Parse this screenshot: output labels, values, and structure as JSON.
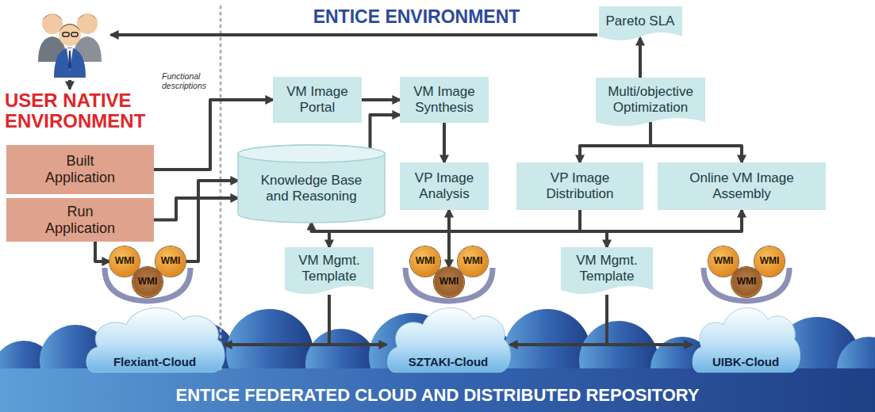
{
  "diagram": {
    "title": "ENTICE ENVIRONMENT",
    "nodes": [
      {
        "text": [
          "Pareto SLA"
        ]
      },
      {
        "text": [
          "VM Image Portal"
        ]
      },
      {
        "text": [
          "VM Image Synthesis"
        ]
      },
      {
        "text": [
          "Multi/objective Optimization"
        ]
      },
      {
        "text": [
          "Built Application"
        ]
      },
      {
        "text": [
          "Run Application"
        ]
      },
      {
        "text": [
          "Knowledge Base and Reasoning"
        ]
      },
      {
        "text": [
          "VP Image Analysis"
        ]
      },
      {
        "text": [
          "VP Image Distribution"
        ]
      },
      {
        "text": [
          "Online VM Image Assembly"
        ]
      },
      {
        "text": [
          "VM Mgmt. Template"
        ]
      },
      {
        "text": [
          "VM Mgmt. Template"
        ]
      },
      {
        "text": [
          "WMI"
        ]
      },
      {
        "text": [
          "WMI"
        ]
      },
      {
        "text": [
          "WMI"
        ]
      },
      {
        "text": [
          "WMI"
        ]
      },
      {
        "text": [
          "WMI"
        ]
      },
      {
        "text": [
          "WMI"
        ]
      },
      {
        "text": [
          "WMI"
        ]
      },
      {
        "text": [
          "WMI"
        ]
      },
      {
        "text": [
          "WMI"
        ]
      },
      {
        "text": [
          "Flexiant-Cloud"
        ]
      },
      {
        "text": [
          "SZTAKI-Cloud"
        ]
      },
      {
        "text": [
          "UIBK-Cloud"
        ]
      }
    ],
    "edges": [
      {
        "from": 4,
        "to": 1,
        "arrow": "to"
      },
      {
        "from": 5,
        "to": 6,
        "arrow": "to"
      },
      {
        "from": 5,
        "to": 12,
        "arrow": "to"
      },
      {
        "from": 13,
        "to": 6,
        "arrow": "to"
      },
      {
        "from": 1,
        "to": 2,
        "arrow": "to"
      },
      {
        "from": 6,
        "to": 2,
        "arrow": "to"
      },
      {
        "from": 2,
        "to": 7,
        "arrow": "to"
      },
      {
        "from": 3,
        "to": 0,
        "arrow": "to"
      },
      {
        "from": 3,
        "to": 8,
        "arrow": "to"
      },
      {
        "from": 3,
        "to": 9,
        "arrow": "to"
      },
      {
        "from": 8,
        "to": 6,
        "arrow": "to"
      },
      {
        "from": 8,
        "to": 9,
        "arrow": "to"
      },
      {
        "from": 8,
        "to": 10,
        "arrow": "to"
      },
      {
        "from": 8,
        "to": 11,
        "arrow": "to"
      },
      {
        "from": 7,
        "to": 17,
        "arrow": "both"
      },
      {
        "from": 21,
        "to": 22,
        "arrow": "both"
      },
      {
        "from": 22,
        "to": 23,
        "arrow": "both"
      }
    ],
    "labels": [
      "USER NATIVE ENVIRONMENT",
      "Functional descriptions",
      "ENTICE FEDERATED CLOUD AND DISTRIBUTED REPOSITORY"
    ]
  }
}
